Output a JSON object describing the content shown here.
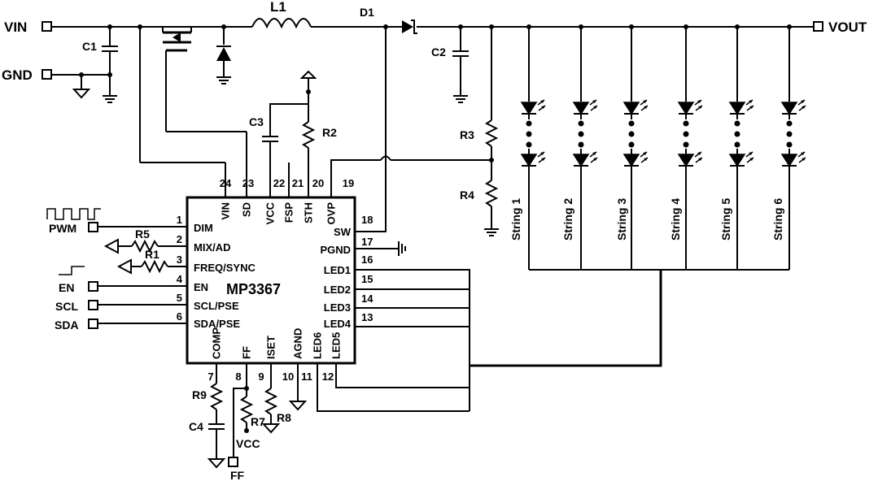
{
  "ic": {
    "name": "MP3367",
    "left_pins": [
      {
        "num": "1",
        "name": "DIM"
      },
      {
        "num": "2",
        "name": "MIX/AD"
      },
      {
        "num": "3",
        "name": "FREQ/SYNC"
      },
      {
        "num": "4",
        "name": "EN"
      },
      {
        "num": "5",
        "name": "SCL/PSE"
      },
      {
        "num": "6",
        "name": "SDA/PSE"
      }
    ],
    "right_pins": [
      {
        "num": "18",
        "name": "SW"
      },
      {
        "num": "17",
        "name": "PGND"
      },
      {
        "num": "16",
        "name": "LED1"
      },
      {
        "num": "15",
        "name": "LED2"
      },
      {
        "num": "14",
        "name": "LED3"
      },
      {
        "num": "13",
        "name": "LED4"
      }
    ],
    "top_pins": [
      {
        "num": "24",
        "name": "VIN"
      },
      {
        "num": "23",
        "name": "SD"
      },
      {
        "num": "22",
        "name": "VCC"
      },
      {
        "num": "21",
        "name": "FSP"
      },
      {
        "num": "20",
        "name": "STH"
      },
      {
        "num": "19",
        "name": "OVP"
      }
    ],
    "bottom_pins": [
      {
        "num": "7",
        "name": "COMP"
      },
      {
        "num": "8",
        "name": "FF"
      },
      {
        "num": "9",
        "name": "ISET"
      },
      {
        "num": "10",
        "name": "AGND"
      },
      {
        "num": "11",
        "name": "LED6"
      },
      {
        "num": "12",
        "name": "LED5"
      }
    ]
  },
  "ports": {
    "vin": "VIN",
    "gnd": "GND",
    "vout": "VOUT",
    "pwm": "PWM",
    "en": "EN",
    "scl": "SCL",
    "sda": "SDA",
    "vcc": "VCC",
    "ff": "FF"
  },
  "components": {
    "c1": "C1",
    "c2": "C2",
    "c3": "C3",
    "c4": "C4",
    "l1": "L1",
    "d1": "D1",
    "r1": "R1",
    "r2": "R2",
    "r3": "R3",
    "r4": "R4",
    "r5": "R5",
    "r7": "R7",
    "r8": "R8",
    "r9": "R9"
  },
  "strings": [
    "String 1",
    "String 2",
    "String 3",
    "String 4",
    "String 5",
    "String 6"
  ]
}
